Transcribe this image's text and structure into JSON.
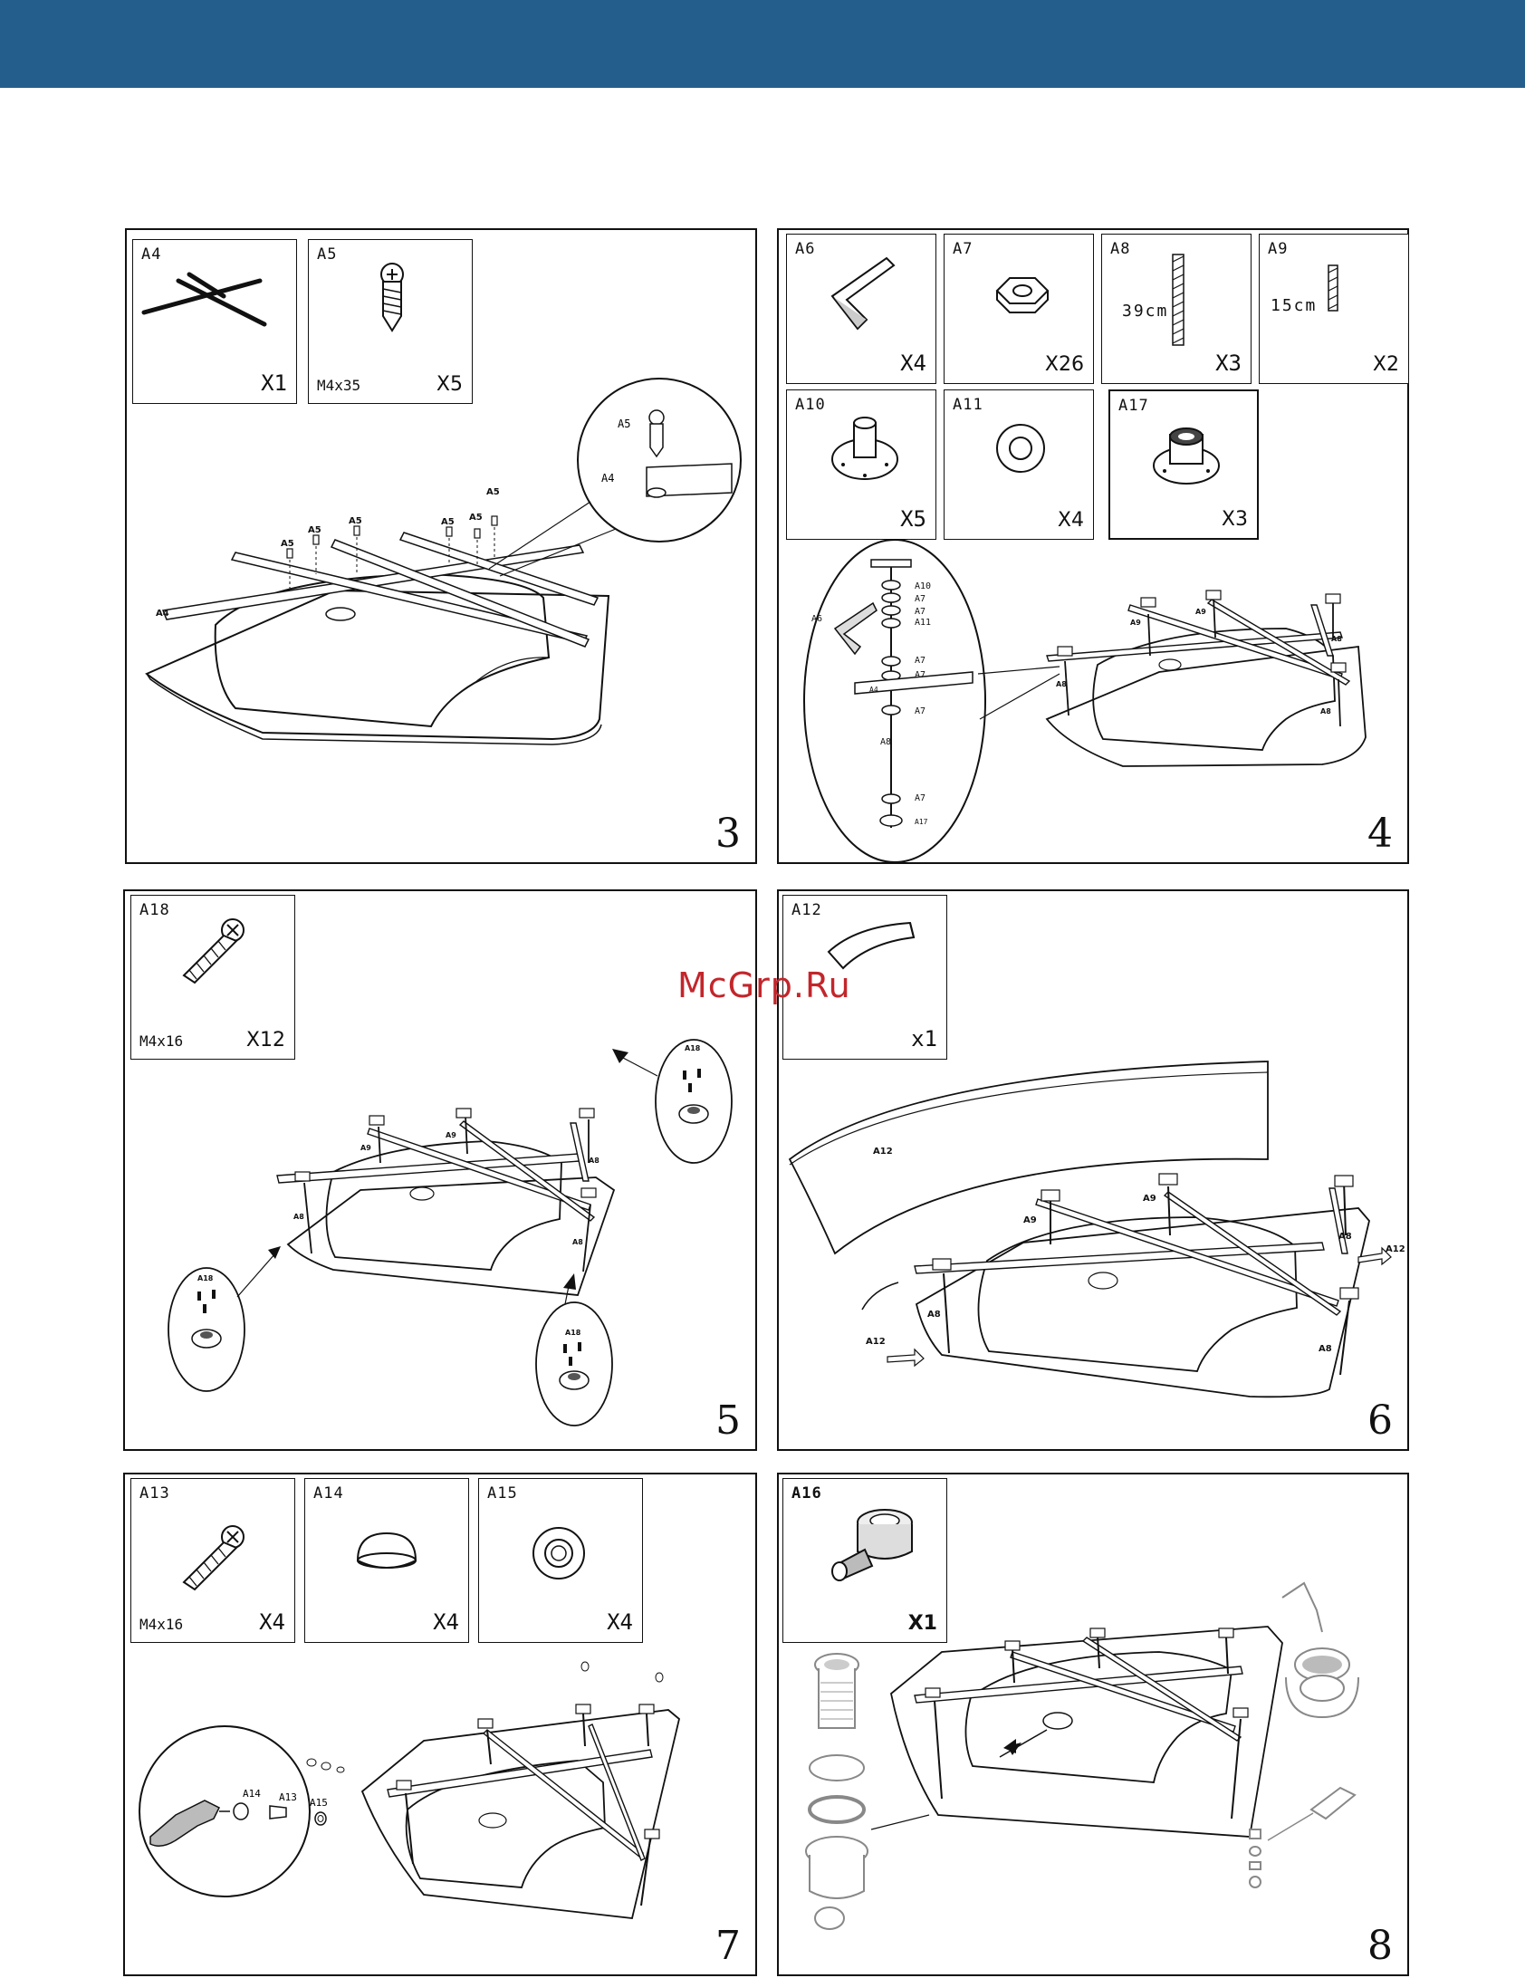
{
  "header": {
    "color": "#245e8c"
  },
  "watermark": "McGrp.Ru",
  "steps": {
    "s3": {
      "number": "3",
      "parts": [
        {
          "code": "A4",
          "qty": "X1",
          "icon": "cross-frame-icon"
        },
        {
          "code": "A5",
          "size": "M4x35",
          "qty": "X5",
          "icon": "bolt-icon"
        }
      ],
      "labels": {
        "a5": "A5",
        "a4": "A4"
      }
    },
    "s4": {
      "number": "4",
      "parts": [
        {
          "code": "A6",
          "qty": "X4",
          "icon": "bracket-icon"
        },
        {
          "code": "A7",
          "qty": "X26",
          "icon": "hex-nut-icon"
        },
        {
          "code": "A8",
          "len": "39cm",
          "qty": "X3",
          "icon": "threaded-rod-icon"
        },
        {
          "code": "A9",
          "len": "15cm",
          "qty": "X2",
          "icon": "short-rod-icon"
        },
        {
          "code": "A10",
          "qty": "X5",
          "icon": "foot-cap-icon"
        },
        {
          "code": "A11",
          "qty": "X4",
          "icon": "washer-icon"
        },
        {
          "code": "A17",
          "qty": "X3",
          "icon": "foot-base-icon"
        }
      ],
      "labels": {
        "a10": "A10",
        "a7": "A7",
        "a11": "A11",
        "a6": "A6",
        "a4": "A4",
        "a8": "A8",
        "a17": "A17",
        "a9": "A9"
      }
    },
    "s5": {
      "number": "5",
      "parts": [
        {
          "code": "A18",
          "size": "M4x16",
          "qty": "X12",
          "icon": "screw-icon"
        }
      ],
      "labels": {
        "a18": "A18",
        "a9": "A9",
        "a8": "A8"
      }
    },
    "s6": {
      "number": "6",
      "parts": [
        {
          "code": "A12",
          "qty": "x1",
          "icon": "apron-panel-icon"
        }
      ],
      "labels": {
        "a12": "A12",
        "a9": "A9",
        "a8": "A8"
      }
    },
    "s7": {
      "number": "7",
      "parts": [
        {
          "code": "A13",
          "size": "M4x16",
          "qty": "X4",
          "icon": "screw-icon"
        },
        {
          "code": "A14",
          "qty": "X4",
          "icon": "cap-icon"
        },
        {
          "code": "A15",
          "qty": "X4",
          "icon": "ring-washer-icon"
        }
      ],
      "labels": {
        "a14": "A14",
        "a13": "A13",
        "a15": "A15"
      }
    },
    "s8": {
      "number": "8",
      "parts": [
        {
          "code": "A16",
          "qty": "X1",
          "icon": "drain-siphon-icon"
        }
      ]
    }
  }
}
